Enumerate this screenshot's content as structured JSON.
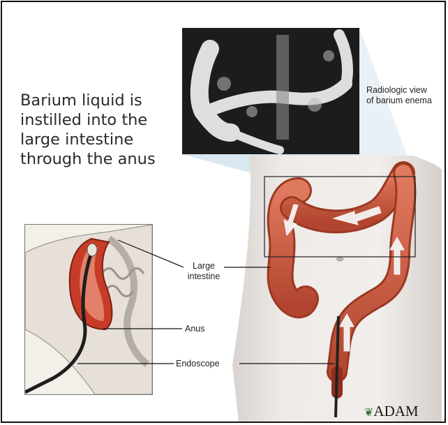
{
  "main_caption": {
    "line1": "Barium liquid is",
    "line2": "instilled into the",
    "line3": "large intestine",
    "line4": "through the anus"
  },
  "radiologic_label": {
    "line1": "Radiologic view",
    "line2": "of barium enema"
  },
  "labels": {
    "large_intestine_line1": "Large",
    "large_intestine_line2": "intestine",
    "anus": "Anus",
    "endoscope": "Endoscope"
  },
  "logo": {
    "text": "ADAM"
  },
  "colors": {
    "intestine": "#c8553d",
    "intestine_dark": "#8f2f1e",
    "skin": "#ebe6e2",
    "xray_bg": "#1c1c1c",
    "xray_light": "#e8e8e8",
    "callout_fill": "#cfe0ec"
  }
}
